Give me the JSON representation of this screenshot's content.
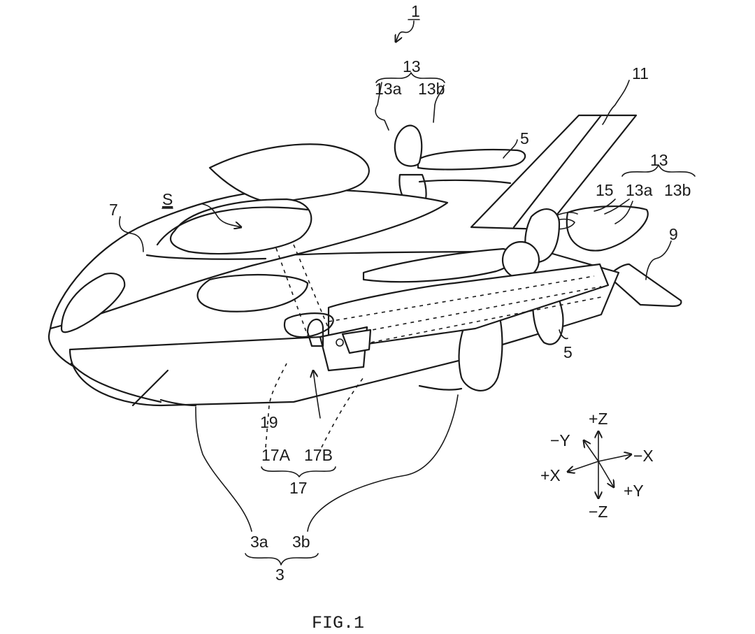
{
  "figure": {
    "caption": "FIG.1",
    "subject": "flying vehicle (patent drawing)",
    "ink_color": "#1a1a1a",
    "background": "#ffffff"
  },
  "labels": {
    "main": "1",
    "rotor_group_left": "13",
    "rotor_left_a": "13a",
    "rotor_left_b": "13b",
    "rotor_group_right": "13",
    "rotor_right_a": "13a",
    "rotor_right_b": "13b",
    "wing": "11",
    "arm_upper": "5",
    "arm_lower": "5",
    "space": "S",
    "body": "7",
    "part_15": "15",
    "tail": "9",
    "part_19": "19",
    "group_17": "17",
    "part_17A": "17A",
    "part_17B": "17B",
    "group_3": "3",
    "part_3a": "3a",
    "part_3b": "3b"
  },
  "axes": {
    "plus_z": "+Z",
    "minus_z": "−Z",
    "plus_x": "+X",
    "minus_x": "−X",
    "plus_y": "+Y",
    "minus_y": "−Y"
  }
}
